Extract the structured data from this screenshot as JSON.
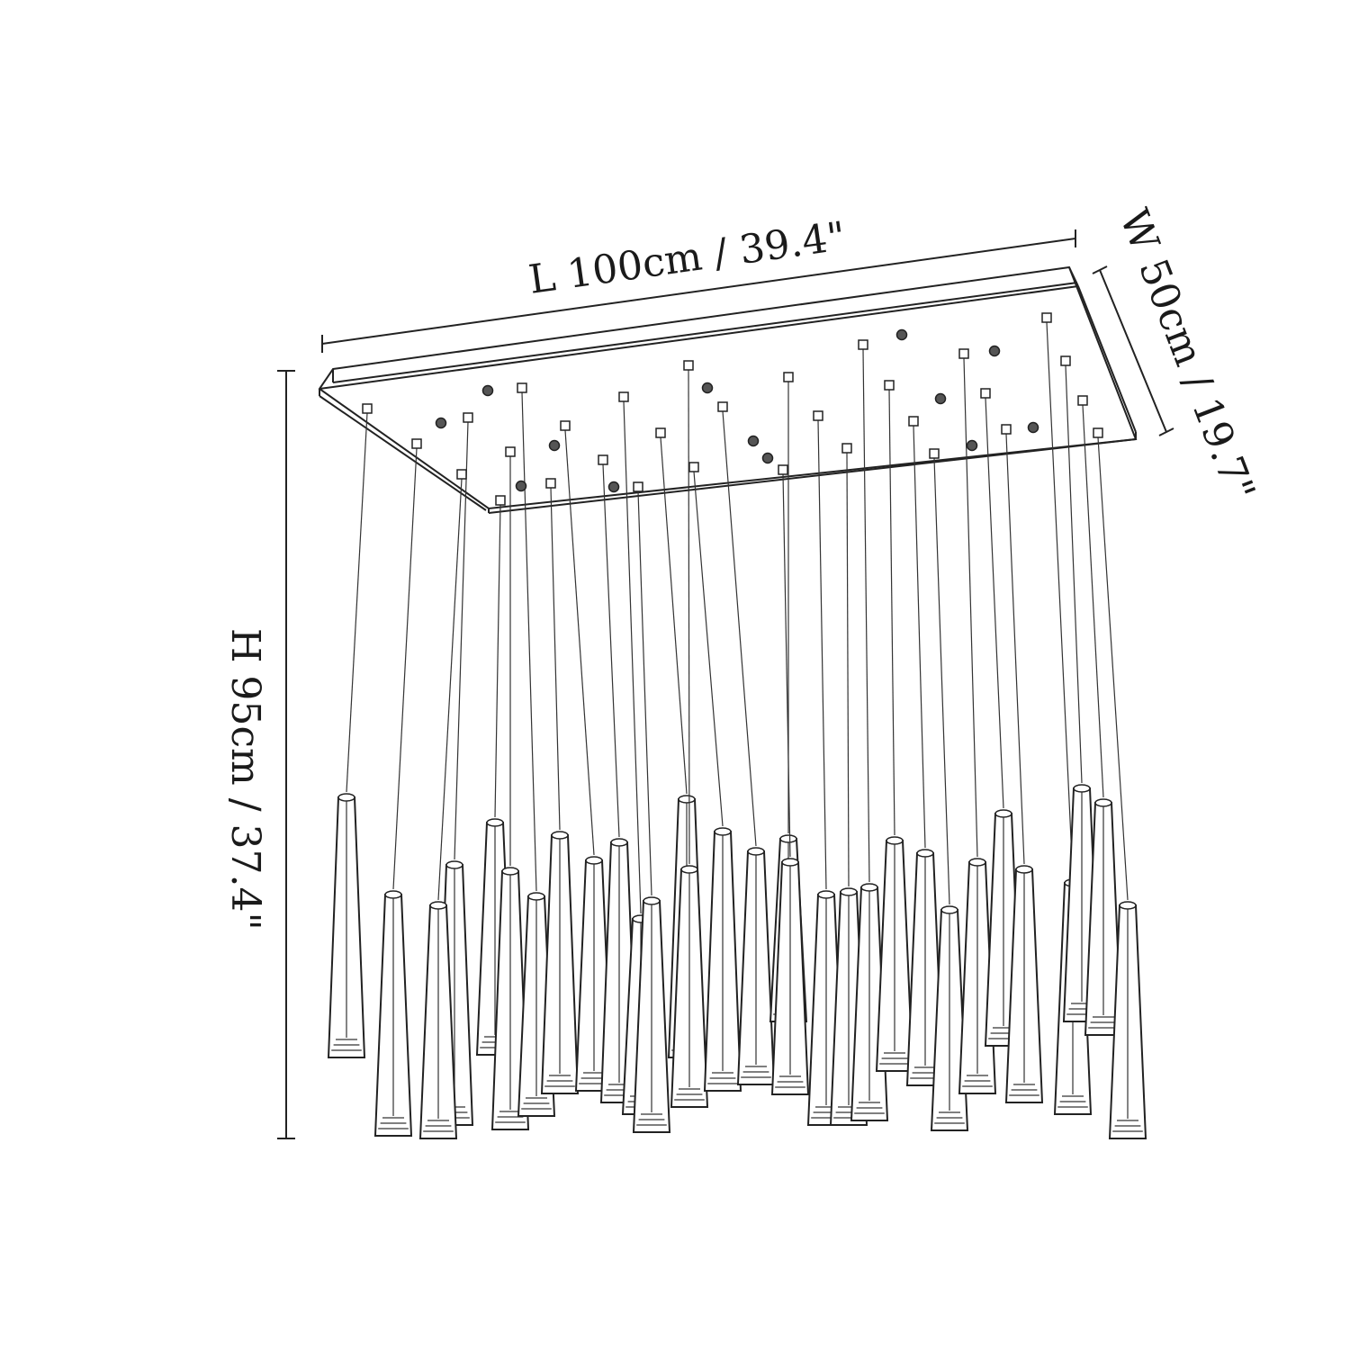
{
  "labels": {
    "length": "L 100cm / 39.4\"",
    "width": "W 50cm / 19.7\"",
    "height": "H 95cm / 37.4\""
  },
  "colors": {
    "line": "#222222",
    "background": "#ffffff"
  }
}
